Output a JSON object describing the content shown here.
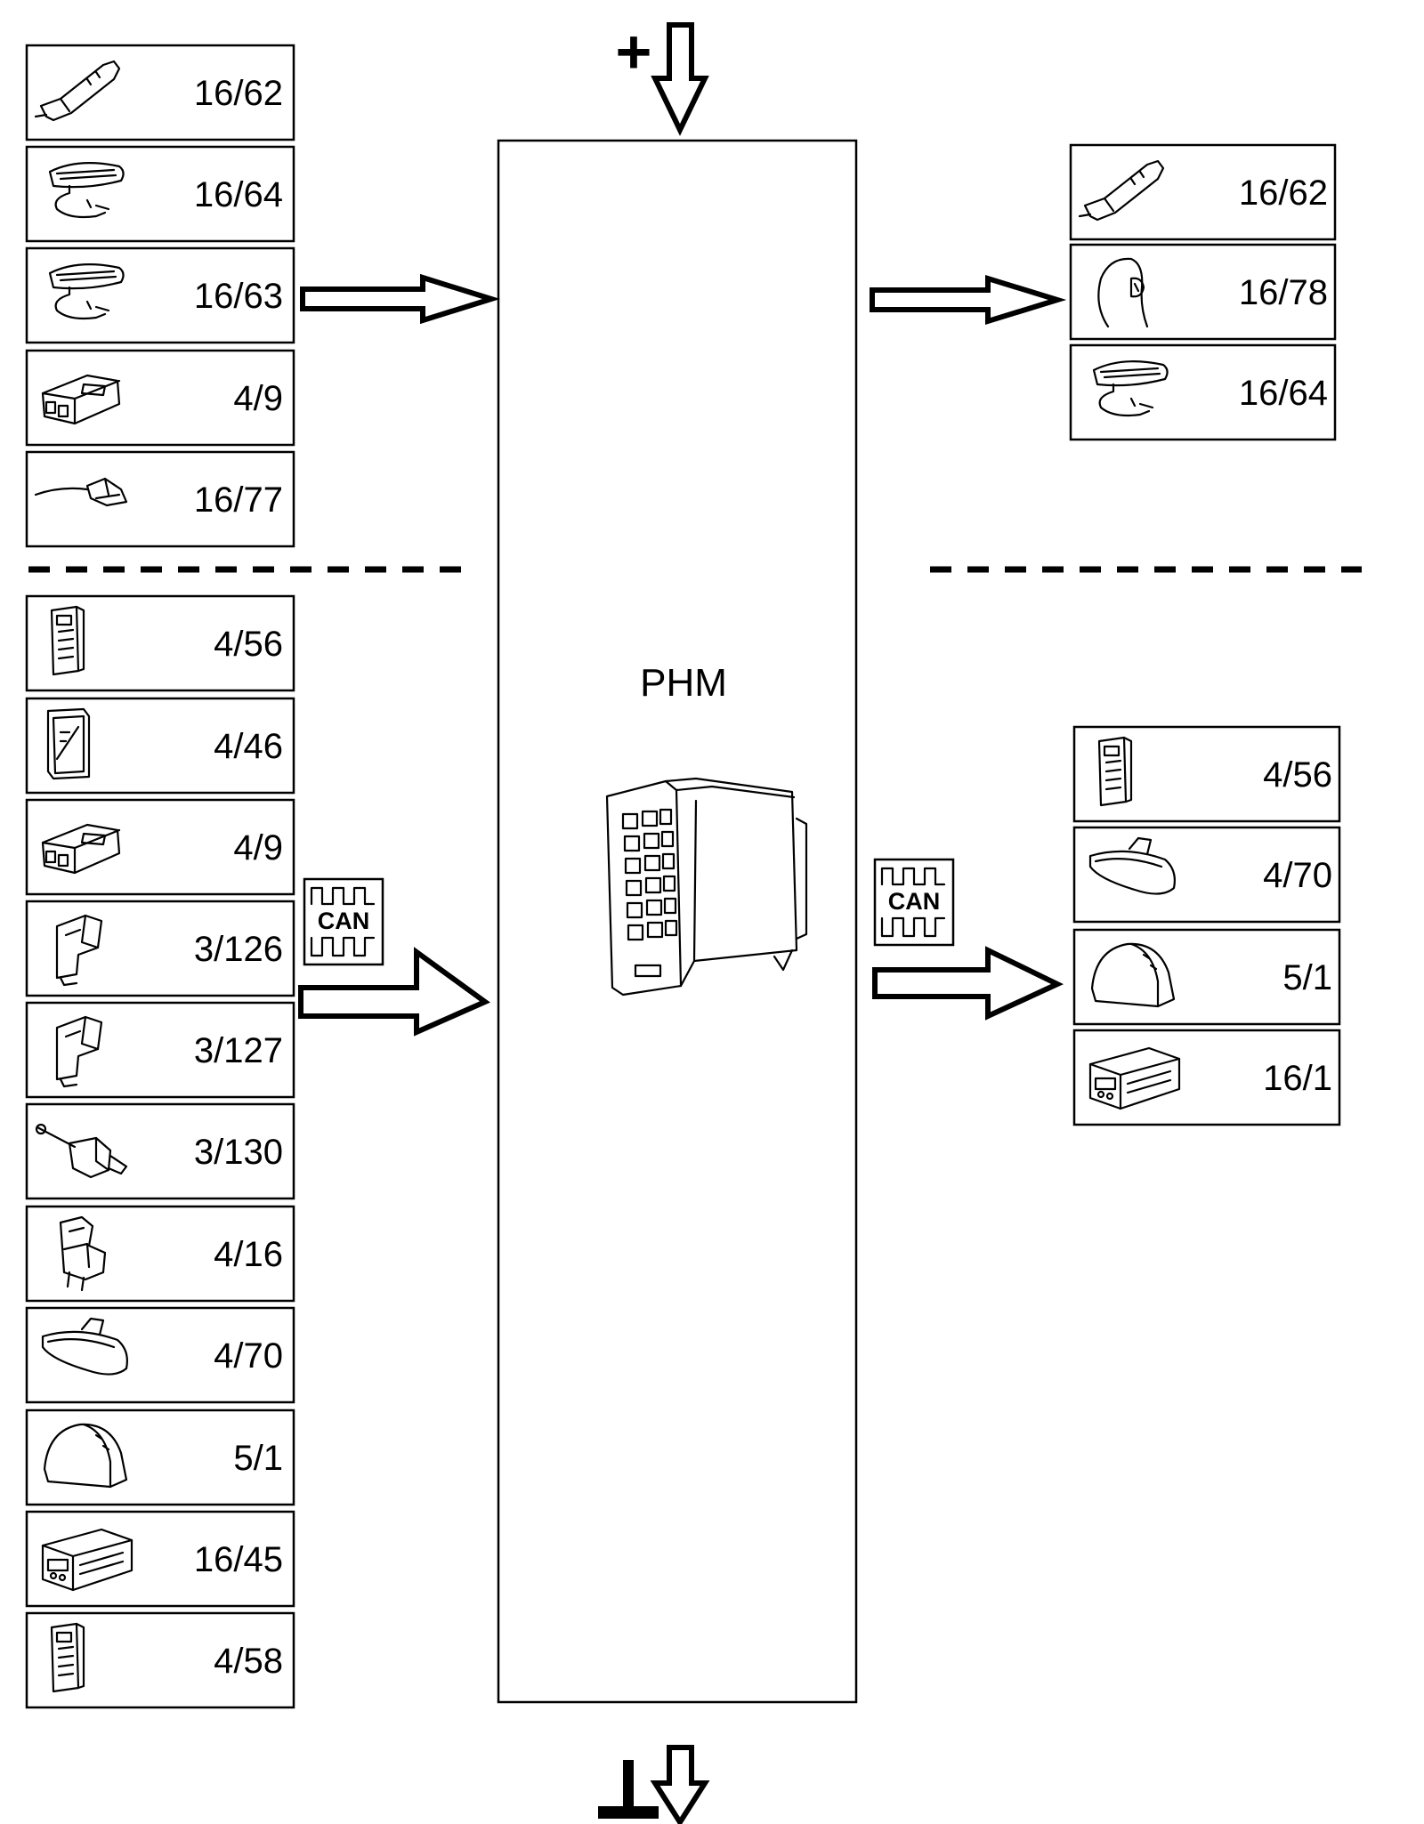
{
  "module": {
    "name": "PHM"
  },
  "power": {
    "plus_symbol": "+"
  },
  "can_badge": {
    "label": "CAN"
  },
  "left_inputs": [
    {
      "label": "16/62",
      "icon": "remote-key-icon"
    },
    {
      "label": "16/64",
      "icon": "light-unit-icon"
    },
    {
      "label": "16/63",
      "icon": "light-unit-icon"
    },
    {
      "label": "4/9",
      "icon": "control-module-icon"
    },
    {
      "label": "16/77",
      "icon": "antenna-icon"
    }
  ],
  "left_can": [
    {
      "label": "4/56",
      "icon": "keypad-module-icon"
    },
    {
      "label": "4/46",
      "icon": "ecu-module-icon"
    },
    {
      "label": "4/9",
      "icon": "control-module-icon"
    },
    {
      "label": "3/126",
      "icon": "switch-icon"
    },
    {
      "label": "3/127",
      "icon": "switch-icon"
    },
    {
      "label": "3/130",
      "icon": "stalk-switch-icon"
    },
    {
      "label": "4/16",
      "icon": "relay-unit-icon"
    },
    {
      "label": "4/70",
      "icon": "mirror-icon"
    },
    {
      "label": "5/1",
      "icon": "instrument-cluster-icon"
    },
    {
      "label": "16/45",
      "icon": "radio-box-icon"
    },
    {
      "label": "4/58",
      "icon": "keypad-module-icon"
    }
  ],
  "right_outputs": [
    {
      "label": "16/62",
      "icon": "remote-key-icon"
    },
    {
      "label": "16/78",
      "icon": "headrest-icon"
    },
    {
      "label": "16/64",
      "icon": "light-unit-icon"
    }
  ],
  "right_can": [
    {
      "label": "4/56",
      "icon": "keypad-module-icon"
    },
    {
      "label": "4/70",
      "icon": "mirror-icon"
    },
    {
      "label": "5/1",
      "icon": "instrument-cluster-icon"
    },
    {
      "label": "16/1",
      "icon": "radio-box-icon"
    }
  ]
}
